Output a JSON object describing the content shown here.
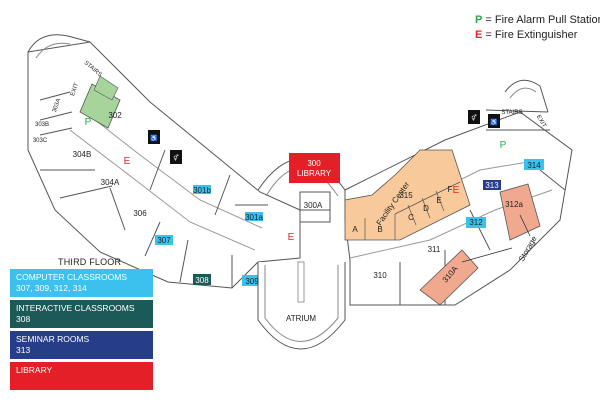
{
  "legend_keys": [
    {
      "symbol": "P",
      "text": " = Fire Alarm Pull Station",
      "color": "#2aa84a"
    },
    {
      "symbol": "E",
      "text": " = Fire Extinguisher",
      "color": "#e5262b"
    }
  ],
  "floor_title": "THIRD FLOOR",
  "categories": [
    {
      "title": "COMPUTER CLASSROOMS",
      "rooms": "307, 309, 312, 314",
      "color": "#3cc1ee"
    },
    {
      "title": "INTERACTIVE CLASSROOMS",
      "rooms": "308",
      "color": "#1c5a58"
    },
    {
      "title": "SEMINAR ROOMS",
      "rooms": "313",
      "color": "#263d8a"
    },
    {
      "title": "LIBRARY",
      "rooms": "",
      "color": "#e51f27"
    }
  ],
  "colors": {
    "computer": "#3cc1ee",
    "interactive": "#1c5a58",
    "seminar": "#263d8a",
    "library": "#e51f27",
    "facility": "#f8c99a",
    "storage": "#f0a98e",
    "green_room": "#a6d49a"
  },
  "rooms": {
    "r302": "302",
    "r303a": "303A",
    "r303b": "303B",
    "r303c": "303C",
    "r304b": "304B",
    "r304a": "304A",
    "r306": "306",
    "r307": "307",
    "r308": "308",
    "r309": "309",
    "r301b": "301b",
    "r301a": "301a",
    "r300a": "300A",
    "r300": "300",
    "r300_library": "LIBRARY",
    "r310": "310",
    "r311": "311",
    "r310a": "310A",
    "r312": "312",
    "r312a": "312a",
    "r313": "313",
    "r314": "314",
    "rA": "A",
    "rB": "B",
    "rC": "C",
    "rD": "D",
    "rE": "E",
    "rF": "F",
    "facility_name": "Facility Center",
    "facility_num": "315",
    "atrium": "ATRIUM",
    "storage": "Storage",
    "stairs_left": "STAIRS",
    "stairs_right": "STAIRS",
    "exit_left": "EXIT",
    "exit_right": "EXIT"
  },
  "markers": {
    "p": "P",
    "e": "E"
  }
}
